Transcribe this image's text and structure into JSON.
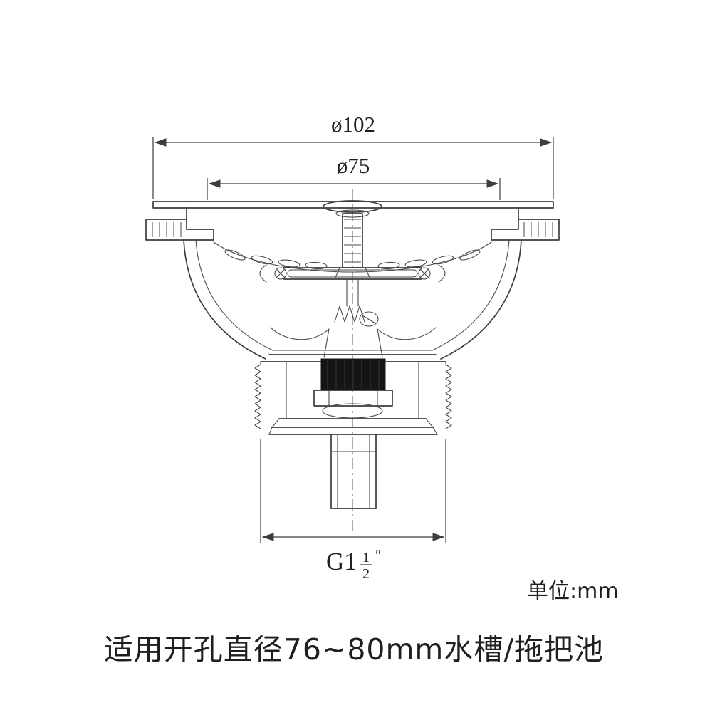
{
  "diagram": {
    "dimensions": {
      "outer_diameter_label": "ø102",
      "inner_diameter_label": "ø75",
      "thread_prefix": "G1",
      "thread_fraction_numerator": "1",
      "thread_fraction_denominator": "2",
      "thread_inch_mark": "″"
    },
    "unit_note": "单位:mm",
    "caption": "适用开孔直径76~80mm水槽/拖把池"
  }
}
